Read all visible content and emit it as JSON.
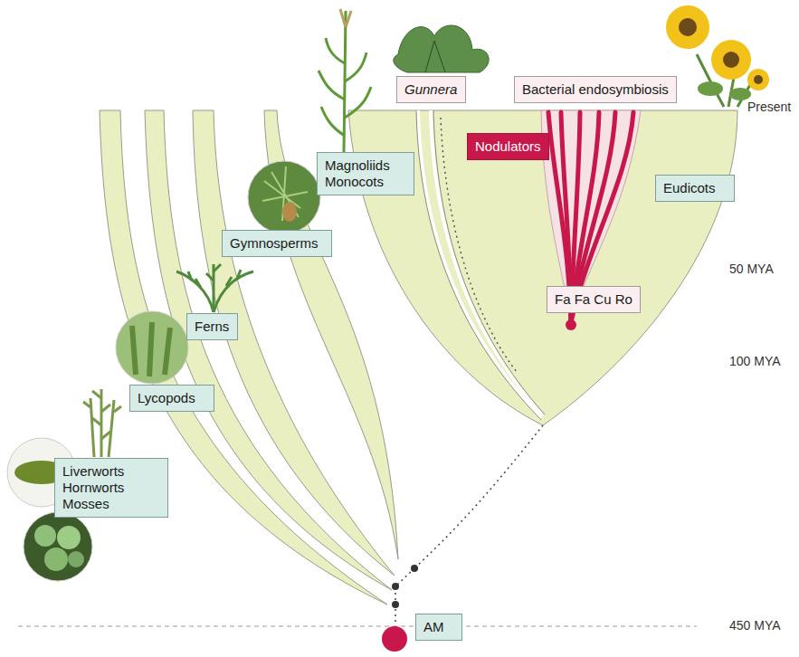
{
  "diagram": {
    "nodes": [
      {
        "text": [
          "Gunnera"
        ]
      },
      {
        "text": [
          "Bacterial endosymbiosis"
        ]
      },
      {
        "text": [
          "Nodulators"
        ]
      },
      {
        "text": [
          "Magnoliids Monocots"
        ]
      },
      {
        "text": [
          "Eudicots"
        ]
      },
      {
        "text": [
          "Gymnosperms"
        ]
      },
      {
        "text": [
          "Fa Fa Cu Ro"
        ]
      },
      {
        "text": [
          "Ferns"
        ]
      },
      {
        "text": [
          "Lycopods"
        ]
      },
      {
        "text": [
          "Liverworts Hornworts Mosses"
        ]
      },
      {
        "text": [
          "AM"
        ]
      }
    ],
    "labels": [
      "Present",
      "50 MYA",
      "100 MYA",
      "450 MYA"
    ]
  }
}
